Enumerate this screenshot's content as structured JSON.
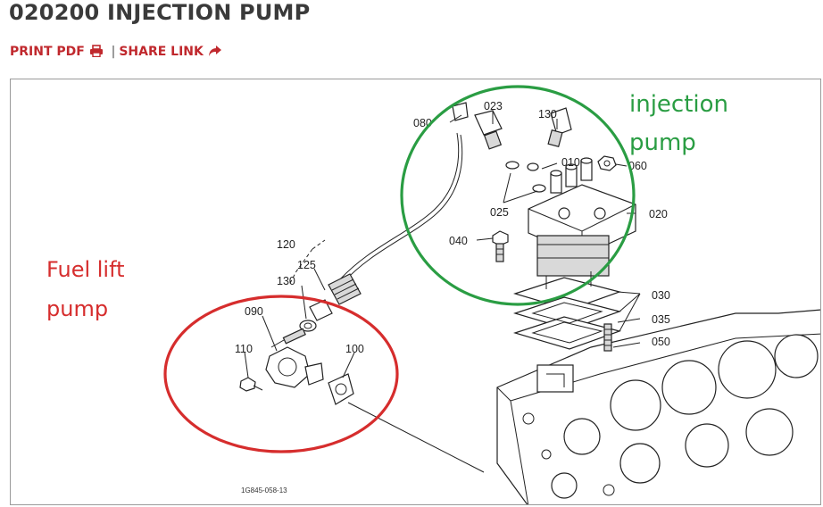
{
  "page": {
    "title": "020200 INJECTION PUMP",
    "print_pdf": "PRINT PDF",
    "separator": "|",
    "share_link": "SHARE LINK"
  },
  "icons": {
    "print": "printer-icon",
    "share": "share-arrow-icon"
  },
  "colors": {
    "link_red": "#c0282d",
    "annotation_red": "#d62d2d",
    "annotation_green": "#2a9d43",
    "title_gray": "#3a3a3a"
  },
  "diagram": {
    "part_numbers": {
      "p080": "080",
      "p023": "023",
      "p130_top": "130",
      "p010": "010",
      "p060": "060",
      "p025": "025",
      "p020": "020",
      "p040": "040",
      "p120": "120",
      "p125": "125",
      "p130_mid": "130",
      "p090": "090",
      "p110": "110",
      "p100": "100",
      "p030": "030",
      "p035": "035",
      "p050": "050"
    },
    "drawing_code": "1G845-058-13",
    "annotations": {
      "fuel_lift_line1": "Fuel lift",
      "fuel_lift_line2": "pump",
      "injection_line1": "injection",
      "injection_line2": "pump"
    }
  }
}
